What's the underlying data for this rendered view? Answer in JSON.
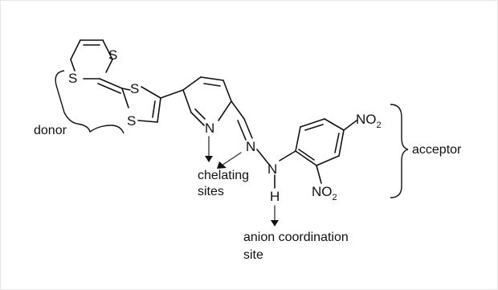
{
  "figure": {
    "border_color": "#e6e6e6",
    "ink_color": "#111111",
    "atoms": {
      "sulfur": "S",
      "nitrogen": "N",
      "hydrogen": "H",
      "nitro": "NO",
      "nitro_subscript": "2"
    },
    "labels": {
      "donor": "donor",
      "acceptor": "acceptor",
      "chelating_line1": "chelating",
      "chelating_line2": "sites",
      "anion_line1": "anion coordination",
      "anion_line2": "site"
    }
  }
}
